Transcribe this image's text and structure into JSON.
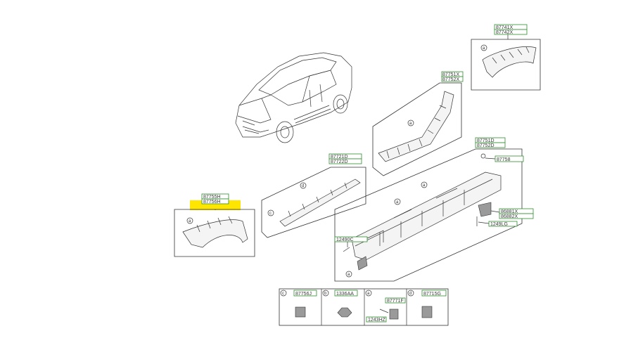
{
  "colors": {
    "highlight": "#ffe600",
    "label_border": "#2f8f2f",
    "line": "#333333"
  },
  "callouts": {
    "wheel_arch_front": {
      "labels": [
        "87741X",
        "87742X"
      ],
      "letter": "a"
    },
    "sill_upper": {
      "labels": [
        "87751X",
        "87752X"
      ],
      "letter": "a"
    },
    "side_sill_main": {
      "labels": [
        "87751D",
        "87752D"
      ]
    },
    "clip_87758": {
      "label": "87758"
    },
    "bracket_86881": {
      "labels": [
        "86881X",
        "86882X"
      ]
    },
    "screw_12490": {
      "label": "1249LG"
    },
    "door_garnish": {
      "labels": [
        "87721D",
        "87722D"
      ],
      "letters": [
        "d",
        "c"
      ]
    },
    "wheel_arch_rear": {
      "labels": [
        "87755H",
        "87756H"
      ],
      "letter": "a"
    },
    "screw_12490c": {
      "label": "12490C"
    },
    "side_sill_letters": {
      "a1": "a",
      "a2": "a",
      "b": "a"
    }
  },
  "legend": [
    {
      "letter": "c",
      "part": "87756J"
    },
    {
      "letter": "b",
      "part": "1336AA"
    },
    {
      "letter": "a",
      "part": "87771F",
      "extra": "1243HZ"
    },
    {
      "letter": "d",
      "part": "87715G"
    }
  ]
}
